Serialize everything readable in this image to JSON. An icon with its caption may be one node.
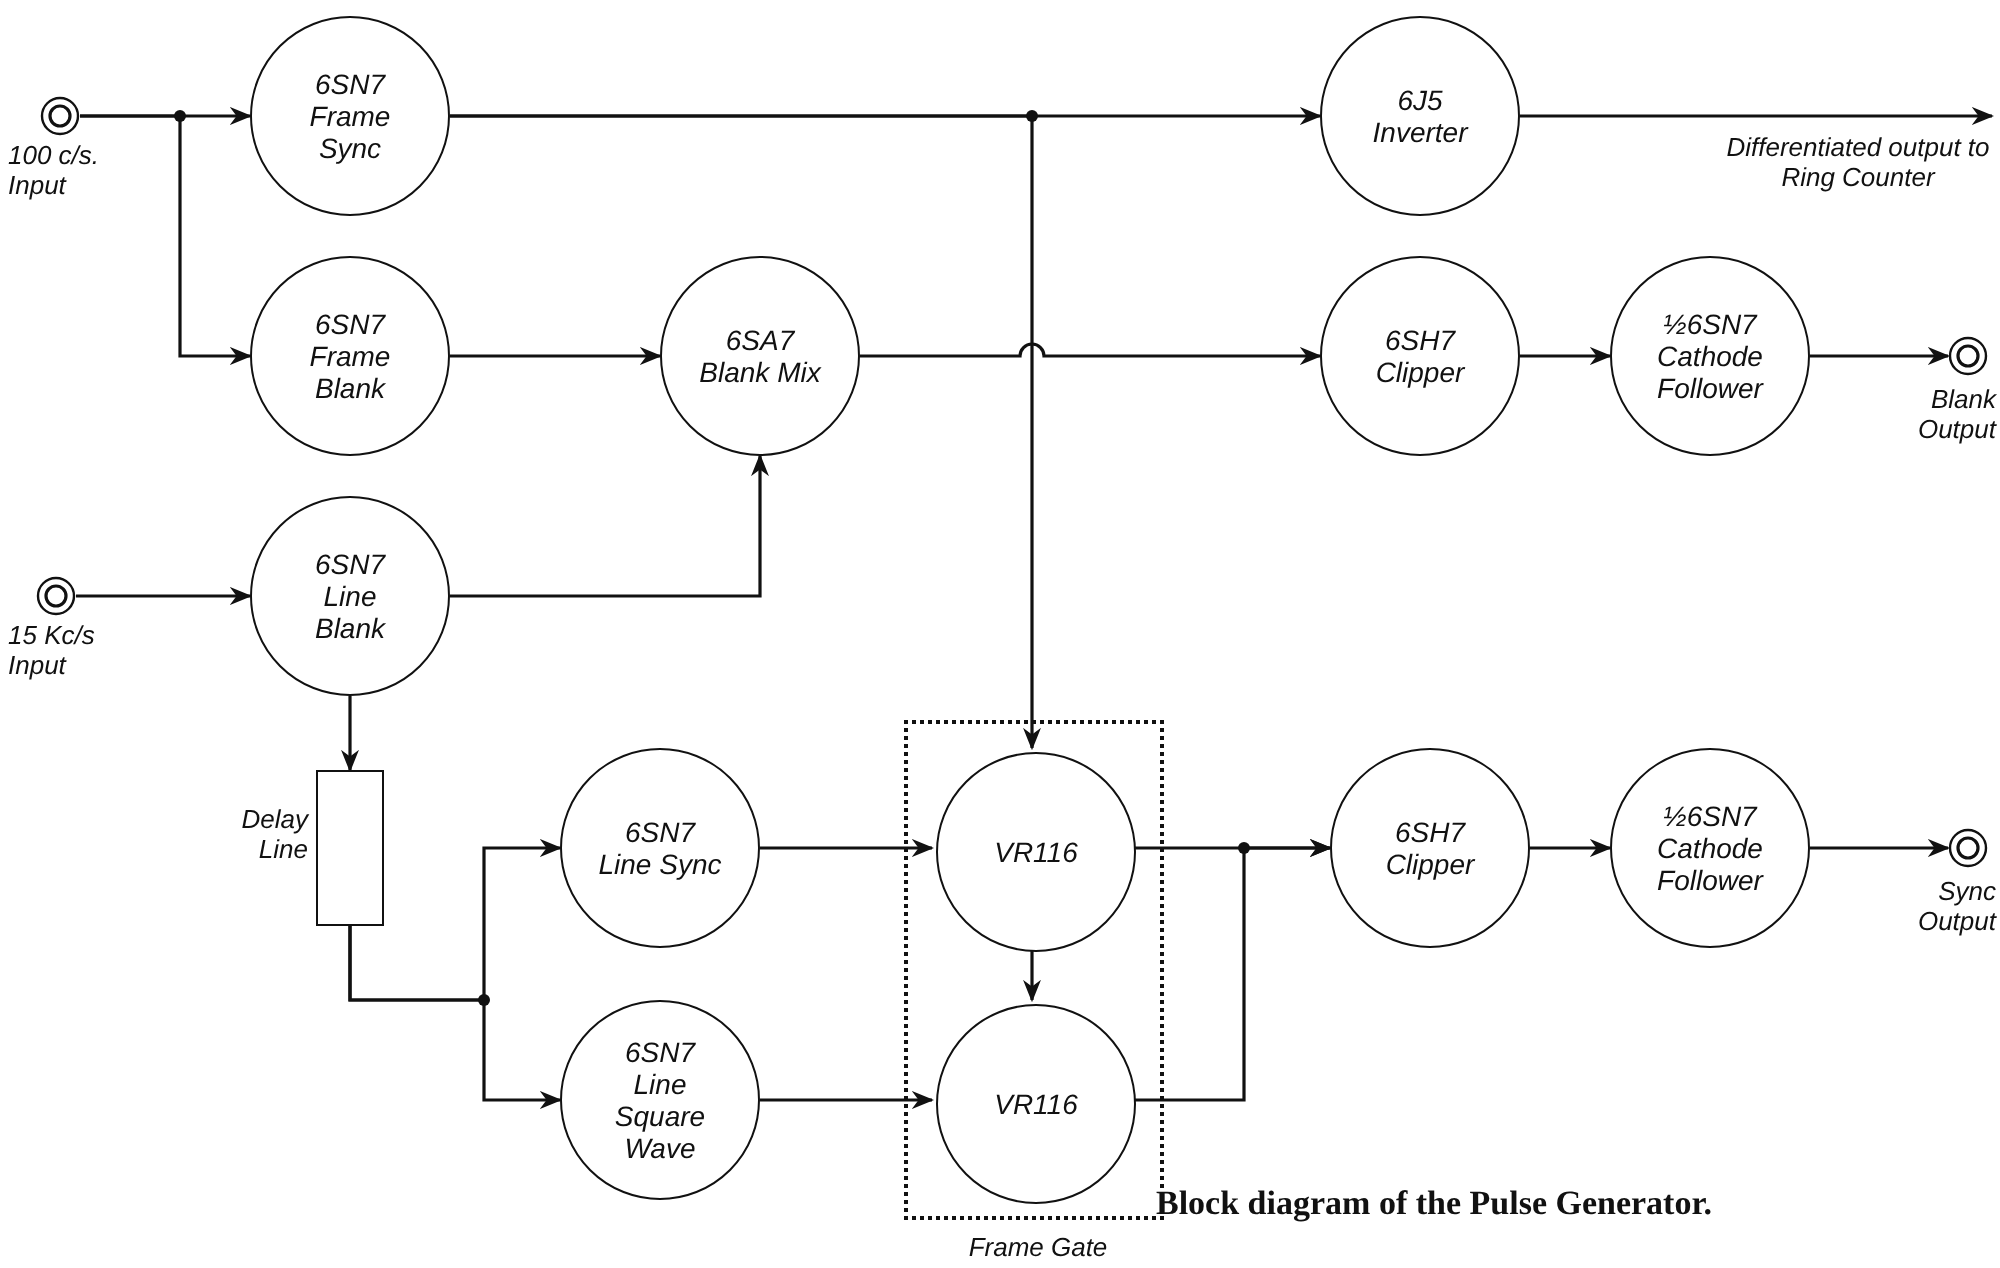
{
  "diagram": {
    "caption": "Block diagram of the Pulse Generator.",
    "nodes": [
      {
        "text": [],
        "shape": "circle",
        "beside": [
          "100 c/s. Input"
        ]
      },
      {
        "text": [
          "6SN7",
          "Frame Sync"
        ]
      },
      {
        "text": [
          "6SN7",
          "Frame Blank"
        ]
      },
      {
        "text": [
          "6SA7",
          "Blank Mix"
        ]
      },
      {
        "text": [
          "6J5",
          "Inverter"
        ]
      },
      {
        "text": [
          "6SH7",
          "Clipper"
        ]
      },
      {
        "text": [
          "½6SN7",
          "Cathode Follower"
        ]
      },
      {
        "text": [],
        "shape": "circle",
        "beside": [
          "Blank Output"
        ]
      },
      {
        "text": [],
        "shape": "circle",
        "beside": [
          "15 Kc/s Input"
        ]
      },
      {
        "text": [
          "6SN7",
          "Line Blank"
        ]
      },
      {
        "text": [],
        "shape": "box",
        "beside": [
          "Delay Line"
        ]
      },
      {
        "text": [
          "Frame Gate"
        ]
      },
      {
        "text": [
          "VR116"
        ],
        "in": 11
      },
      {
        "text": [
          "VR116"
        ],
        "in": 11
      },
      {
        "text": [
          "6SN7",
          "Line Sync"
        ]
      },
      {
        "text": [
          "6SN7",
          "Line Square Wave"
        ]
      },
      {
        "text": [
          "6SH7",
          "Clipper"
        ]
      },
      {
        "text": [
          "½6SN7",
          "Cathode Follower"
        ]
      },
      {
        "text": [],
        "shape": "circle",
        "beside": [
          "Sync Output"
        ]
      }
    ],
    "edges": [
      {
        "from": 0,
        "to": 1,
        "arrow": "to"
      },
      {
        "from": 0,
        "to": 2,
        "arrow": "to"
      },
      {
        "from": 1,
        "to": 4,
        "arrow": "to"
      },
      {
        "from": 1,
        "to": 12,
        "arrow": "to"
      },
      {
        "from": 4,
        "to": null,
        "arrow": "to",
        "label": "Differentiated output to Ring Counter"
      },
      {
        "from": 2,
        "to": 3,
        "arrow": "to"
      },
      {
        "from": 3,
        "to": 5,
        "arrow": "to"
      },
      {
        "from": 5,
        "to": 6,
        "arrow": "to"
      },
      {
        "from": 6,
        "to": 7,
        "arrow": "to"
      },
      {
        "from": 8,
        "to": 9,
        "arrow": "to"
      },
      {
        "from": 9,
        "to": 3,
        "arrow": "to"
      },
      {
        "from": 9,
        "to": 10,
        "arrow": "to"
      },
      {
        "from": 10,
        "to": 14,
        "arrow": "to"
      },
      {
        "from": 10,
        "to": 15,
        "arrow": "to"
      },
      {
        "from": 14,
        "to": 12,
        "arrow": "to"
      },
      {
        "from": 15,
        "to": 13,
        "arrow": "to"
      },
      {
        "from": 12,
        "to": 13,
        "arrow": "to"
      },
      {
        "from": 12,
        "to": 16,
        "arrow": "to"
      },
      {
        "from": 13,
        "to": 16,
        "arrow": "to"
      },
      {
        "from": 16,
        "to": 17,
        "arrow": "to"
      },
      {
        "from": 17,
        "to": 18,
        "arrow": "to"
      }
    ]
  }
}
